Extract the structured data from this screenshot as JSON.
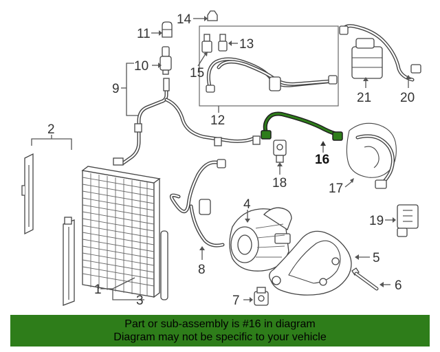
{
  "labels": {
    "l1": "1",
    "l2": "2",
    "l3": "3",
    "l4": "4",
    "l5": "5",
    "l6": "6",
    "l7": "7",
    "l8": "8",
    "l9": "9",
    "l10": "10",
    "l11": "11",
    "l12": "12",
    "l13": "13",
    "l14": "14",
    "l15": "15",
    "l16": "16",
    "l17": "17",
    "l18": "18",
    "l19": "19",
    "l20": "20",
    "l21": "21"
  },
  "highlight_part": "16",
  "colors": {
    "banner": "#2e7d1a",
    "highlight": "#2e7d1a",
    "linework": "#444444"
  },
  "banner": {
    "line1": "Part or sub-assembly is #16 in diagram",
    "line2": "Diagram may not be specific to your vehicle"
  }
}
